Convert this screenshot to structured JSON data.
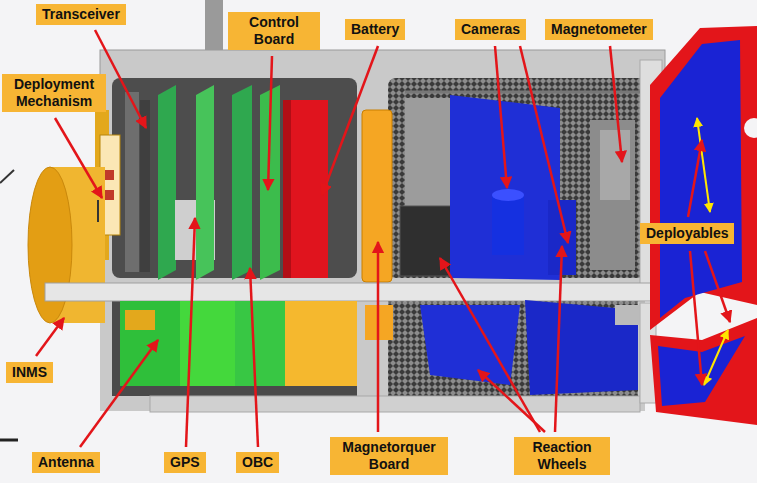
{
  "diagram": {
    "nodes": [
      {
        "text": [
          "Transceiver"
        ]
      },
      {
        "text": [
          "Control Board"
        ]
      },
      {
        "text": [
          "Battery"
        ]
      },
      {
        "text": [
          "Cameras"
        ]
      },
      {
        "text": [
          "Magnetometer"
        ]
      },
      {
        "text": [
          "Deployment Mechanism"
        ]
      },
      {
        "text": [
          "Deployables"
        ]
      },
      {
        "text": [
          "INMS"
        ]
      },
      {
        "text": [
          "Antenna"
        ]
      },
      {
        "text": [
          "GPS"
        ]
      },
      {
        "text": [
          "OBC"
        ]
      },
      {
        "text": [
          "Magnetorquer Board"
        ]
      },
      {
        "text": [
          "Reaction Wheels"
        ]
      }
    ]
  }
}
